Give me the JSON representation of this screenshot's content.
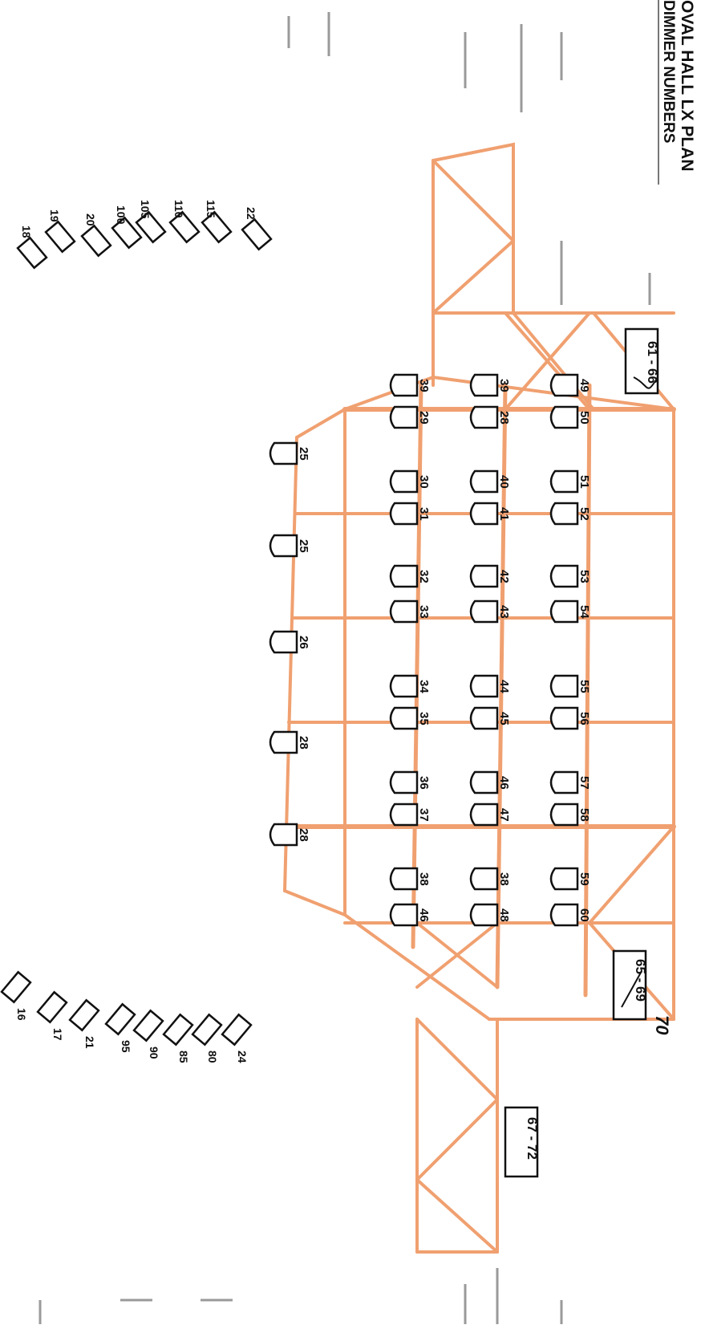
{
  "title": {
    "line1": "OVAL HALL LX PLAN",
    "line2": "DIMMER NUMBERS"
  },
  "boxes": [
    {
      "id": "box-61-66",
      "text": "61 - 66"
    },
    {
      "id": "box-65-69",
      "text": "65 - 69"
    },
    {
      "id": "box-67-72",
      "text": "67 - 72"
    }
  ],
  "handwritten": "70",
  "rows": {
    "outer": [
      "25",
      "25",
      "26",
      "28",
      "28"
    ],
    "row1": [
      "39",
      "29",
      "30",
      "31",
      "32",
      "33",
      "34",
      "35",
      "36",
      "37",
      "38",
      "46"
    ],
    "row2": [
      "39",
      "28",
      "40",
      "41",
      "42",
      "43",
      "44",
      "45",
      "46",
      "47",
      "38",
      "48"
    ],
    "row3": [
      "49",
      "50",
      "51",
      "52",
      "53",
      "54",
      "55",
      "56",
      "57",
      "58",
      "59",
      "60"
    ]
  },
  "top_fixtures": [
    "18",
    "19",
    "20",
    "100",
    "105",
    "110",
    "115",
    "22"
  ],
  "bottom_fixtures": [
    "16",
    "17",
    "21",
    "95",
    "90",
    "85",
    "80",
    "24"
  ],
  "colors": {
    "truss": "#f0a070",
    "truss_dark": "#e8845a",
    "ink": "#111111",
    "blur": "#9a9a9a"
  }
}
